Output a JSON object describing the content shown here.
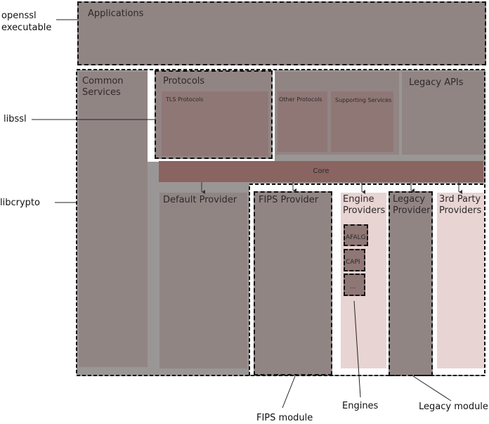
{
  "applications": "Applications",
  "common_services": "Common Services",
  "protocols": "Protocols",
  "tls_protocols": "TLS Protocols",
  "other_protocols": "Other Protocols",
  "supporting_services": "Supporting Services",
  "legacy_apis": "Legacy APIs",
  "core": "Core",
  "default_provider": "Default Provider",
  "fips_provider": "FIPS Provider",
  "engine_providers": "Engine Providers",
  "engines": {
    "afalg": "AFALG",
    "capi": "CAPI",
    "more": "..."
  },
  "legacy_provider": "Legacy Provider",
  "third_party_providers": "3rd Party Providers",
  "callouts": {
    "openssl_executable": "openssl executable",
    "libssl": "libssl",
    "libcrypto": "libcrypto",
    "fips_module": "FIPS module",
    "engines": "Engines",
    "legacy_module": "Legacy module"
  }
}
